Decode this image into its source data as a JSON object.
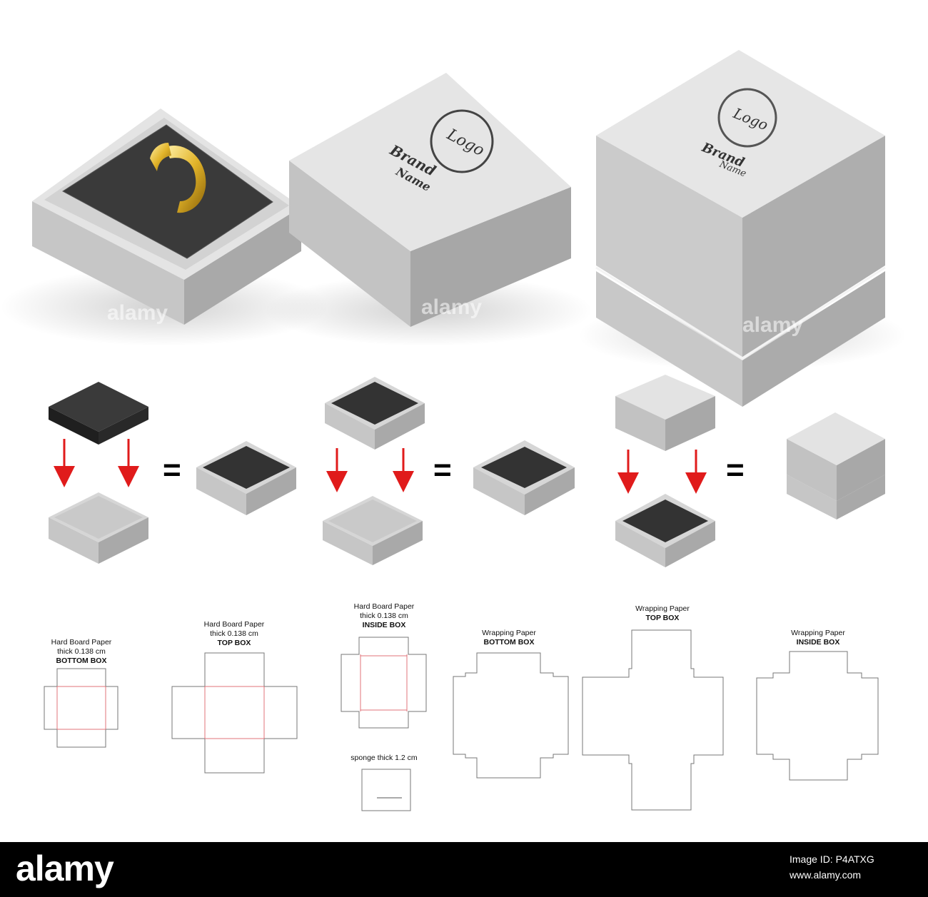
{
  "diagram": {
    "logo_text": "Logo",
    "brand_text": "Brand",
    "brand_sub": "Name",
    "watermarks": [
      "alamy",
      "alamy",
      "alamy"
    ],
    "operator": "=",
    "colors": {
      "box_top": "#e3e3e3",
      "box_left": "#c2c2c2",
      "box_right": "#a8a8a8",
      "sponge": "#2f2f2f",
      "arrow": "#e01b1b",
      "cut_line": "#777777",
      "fold_line": "#e0737a",
      "ring": "#e2b42a"
    },
    "templates": {
      "bottom": {
        "line1": "Hard Board Paper",
        "line2": "thick 0.138 cm",
        "line3": "BOTTOM BOX"
      },
      "top": {
        "line1": "Hard Board Paper",
        "line2": "thick 0.138 cm",
        "line3": "TOP BOX"
      },
      "inside": {
        "line1": "Hard Board Paper",
        "line2": "thick 0.138 cm",
        "line3": "INSIDE BOX"
      },
      "sponge": {
        "line1": "sponge thick 1.2 cm"
      },
      "wrap_bottom": {
        "line1": "Wrapping Paper",
        "line2": "BOTTOM BOX"
      },
      "wrap_top": {
        "line1": "Wrapping Paper",
        "line2": "TOP BOX"
      },
      "wrap_inside": {
        "line1": "Wrapping Paper",
        "line2": "INSIDE BOX"
      }
    }
  },
  "footer": {
    "brand": "alamy",
    "image_id": "Image ID: P4ATXG",
    "site": "www.alamy.com"
  }
}
